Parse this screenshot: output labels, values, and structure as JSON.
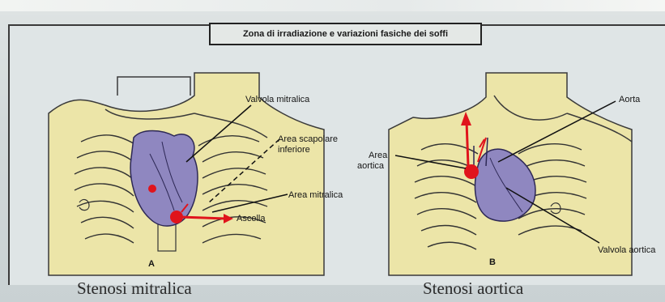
{
  "figure": {
    "title": "Zona di irradiazione e variazioni fasiche dei soffi",
    "panel_a": {
      "letter": "A",
      "caption": "Stenosi mitralica",
      "labels": {
        "valvola_mitralica": "Valvola mitralica",
        "area_scapolare_line1": "Area scapolare",
        "area_scapolare_line2": "inferiore",
        "area_mitralica": "Area mitralica",
        "ascella": "Ascella"
      }
    },
    "panel_b": {
      "letter": "B",
      "caption": "Stenosi aortica",
      "labels": {
        "aorta": "Aorta",
        "area_aortica_line1": "Area",
        "area_aortica_line2": "aortica",
        "valvola_aortica": "Valvola aortica"
      }
    }
  },
  "colors": {
    "skin": "#ece5a8",
    "heart": "#8f87c0",
    "murmur": "#e0141c",
    "line": "#111111"
  }
}
